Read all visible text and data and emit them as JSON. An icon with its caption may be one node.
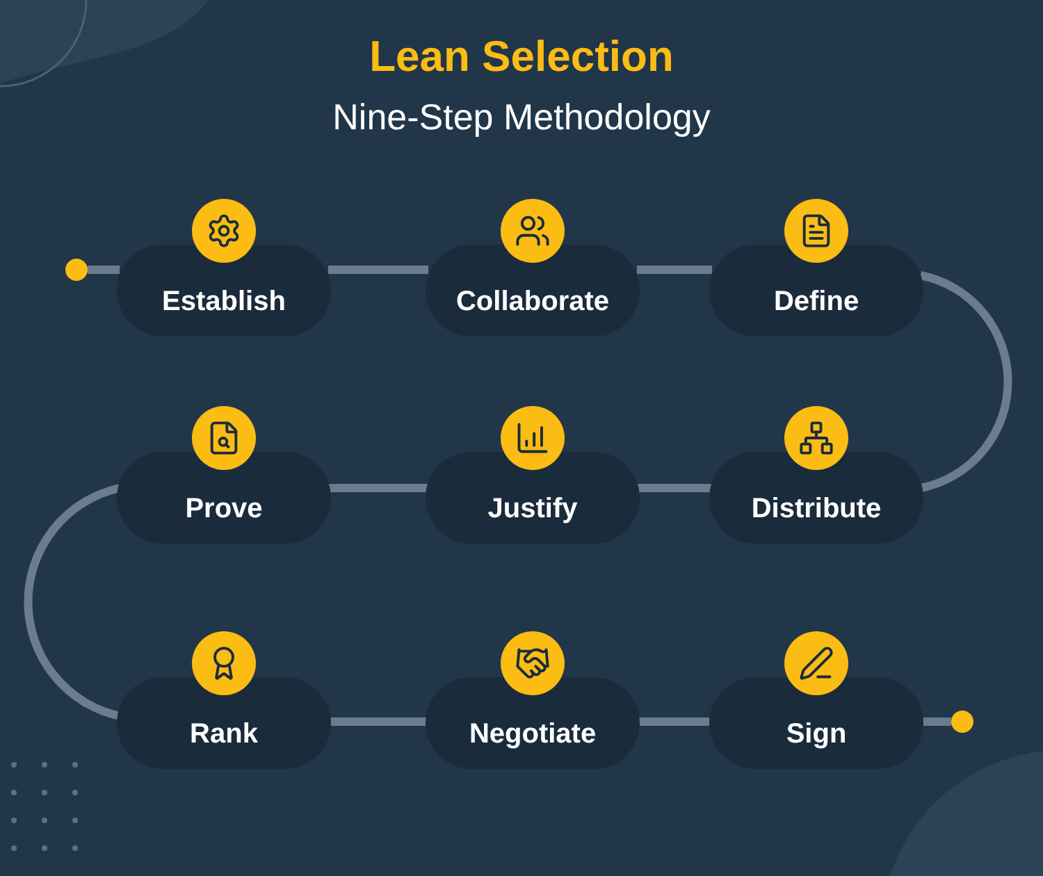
{
  "diagram": {
    "title": "Lean Selection",
    "caption": "Nine-Step Methodology",
    "nodes": [
      {
        "text": [],
        "shape": "circle"
      },
      {
        "text": [
          "Establish"
        ]
      },
      {
        "text": [
          "Collaborate"
        ]
      },
      {
        "text": [
          "Define"
        ]
      },
      {
        "text": [
          "Prove"
        ]
      },
      {
        "text": [
          "Justify"
        ]
      },
      {
        "text": [
          "Distribute"
        ]
      },
      {
        "text": [
          "Rank"
        ]
      },
      {
        "text": [
          "Negotiate"
        ]
      },
      {
        "text": [
          "Sign"
        ]
      },
      {
        "text": [],
        "shape": "circle"
      }
    ],
    "edges": [
      {
        "from": 0,
        "to": 1,
        "arrow": "none"
      },
      {
        "from": 1,
        "to": 2,
        "arrow": "none"
      },
      {
        "from": 2,
        "to": 3,
        "arrow": "none"
      },
      {
        "from": 3,
        "to": 6,
        "arrow": "none"
      },
      {
        "from": 6,
        "to": 5,
        "arrow": "none"
      },
      {
        "from": 5,
        "to": 4,
        "arrow": "none"
      },
      {
        "from": 4,
        "to": 7,
        "arrow": "none"
      },
      {
        "from": 7,
        "to": 8,
        "arrow": "none"
      },
      {
        "from": 8,
        "to": 9,
        "arrow": "none"
      },
      {
        "from": 9,
        "to": 10,
        "arrow": "none"
      }
    ]
  }
}
